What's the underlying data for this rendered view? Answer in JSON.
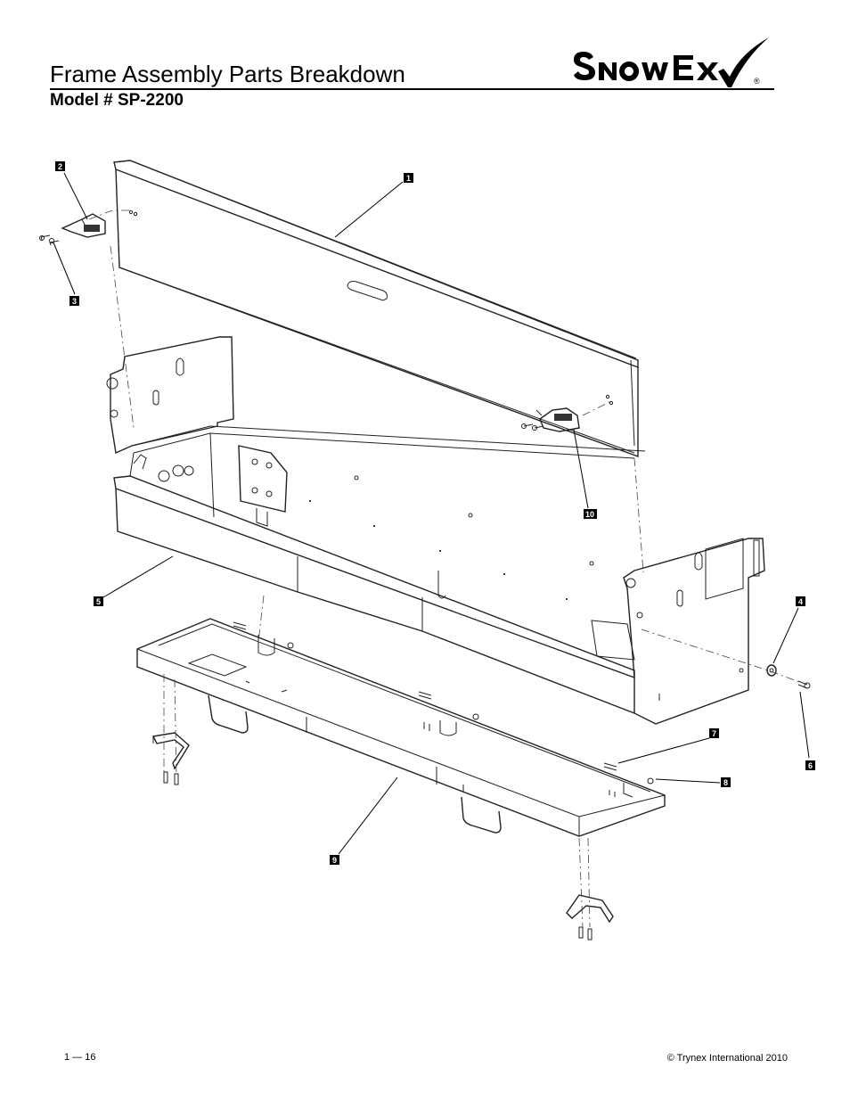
{
  "header": {
    "title": "Frame Assembly Parts Breakdown",
    "model": "Model # SP-2200"
  },
  "logo": {
    "brand": "SnowEx",
    "registered_mark": "®"
  },
  "callouts": {
    "c1": "1",
    "c2": "2",
    "c3": "3",
    "c4": "4",
    "c5": "5",
    "c6": "6",
    "c7": "7",
    "c8": "8",
    "c9": "9",
    "c10": "10"
  },
  "footer": {
    "page_number": "1 — 16",
    "copyright": "© Trynex International 2010"
  }
}
